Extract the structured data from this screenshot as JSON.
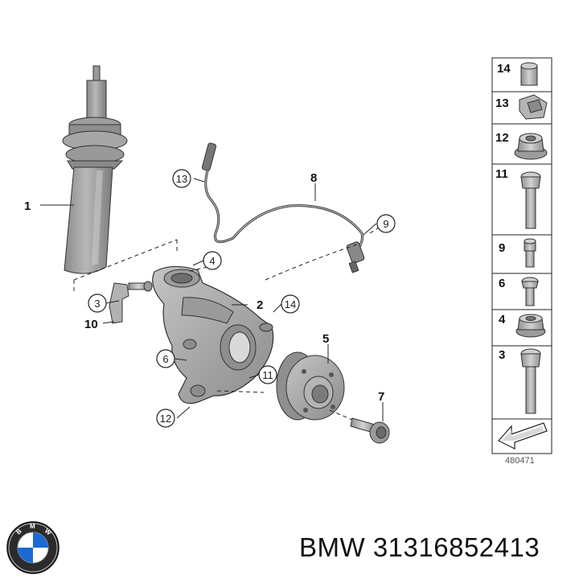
{
  "callouts": {
    "c1": "1",
    "c2": "2",
    "c3": "3",
    "c4": "4",
    "c5": "5",
    "c6": "6",
    "c7": "7",
    "c8": "8",
    "c9": "9",
    "c10": "10",
    "c11": "11",
    "c12": "12",
    "c13": "13",
    "c14": "14"
  },
  "legend": {
    "items": [
      "14",
      "13",
      "12",
      "11",
      "9",
      "6",
      "4",
      "3"
    ]
  },
  "diagram_code": "480471",
  "footer": {
    "brand": "BMW",
    "part_number": "31316852413",
    "logo_letters": "BMW"
  },
  "colors": {
    "part_fill": "#a9a9a9",
    "part_dark": "#7a7a7a",
    "part_light": "#cfcfcf",
    "line": "#222222",
    "logo_blue": "#1c69d4"
  }
}
